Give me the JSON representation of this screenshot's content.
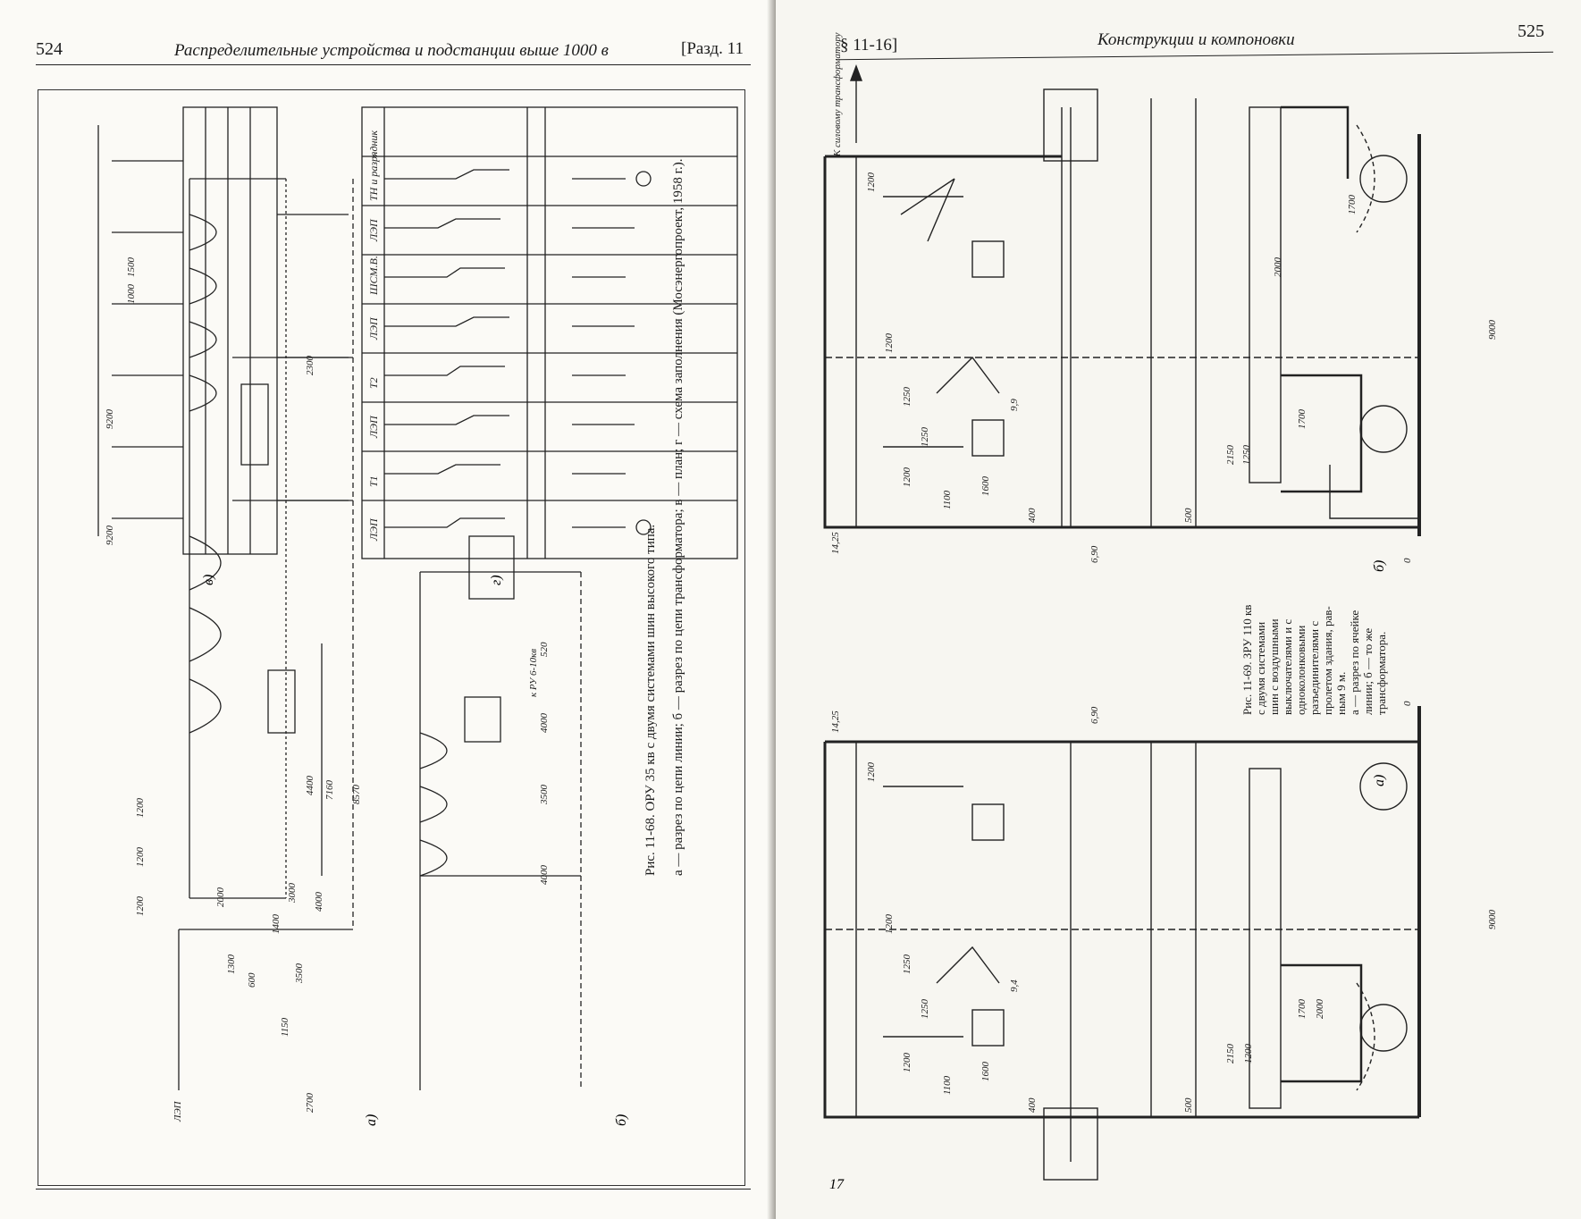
{
  "left_page": {
    "page_number": "524",
    "running_title": "Распределительные устройства и подстанции выше 1000 в",
    "section_tag": "[Разд. 11",
    "figure_caption_line1": "Рис. 11-68. ОРУ 35 кв с двумя системами шин высокого типа.",
    "figure_caption_line2": "а — разрез по цепи линии; б — разрез по цепи трансформатора; в — план; г — схема заполнения (Мосэнергопроект, 1958 г.).",
    "sub_a": "а)",
    "sub_b": "б)",
    "sub_v": "в)",
    "sub_g": "г)",
    "label_lep": "ЛЭП",
    "label_ru": "к РУ 6-10кв",
    "panels": [
      "ЛЭП",
      "Т1",
      "ЛЭП",
      "Т2",
      "ЛЭП",
      "ШСМ.В.",
      "ЛЭП",
      "ТН и разрядник"
    ],
    "dims_a": [
      "8570",
      "7160",
      "4400",
      "3000",
      "1400",
      "1200",
      "1200",
      "1200",
      "2000",
      "1300",
      "600",
      "1150",
      "2700",
      "3500",
      "4000"
    ],
    "dims_b": [
      "520",
      "4000",
      "3500",
      "4000"
    ],
    "dims_v": [
      "1500",
      "1000",
      "2300",
      "9200",
      "9200"
    ]
  },
  "right_page": {
    "page_number": "525",
    "running_title": "Конструкции и компоновки",
    "section_tag": "§ 11-16]",
    "arrow_label": "К силовому трансформатору",
    "figure_caption_lines": [
      "Рис. 11-69. ЗРУ 110 кв",
      "с двумя системами",
      "шин с воздушными",
      "выключателями и с",
      "одноколонковыми",
      "разъединителями с",
      "пролетом здания, рав-",
      "ным 9 м.",
      "а — разрез по ячейке",
      "линии; б — то же",
      "трансформатора."
    ],
    "sub_a": "а)",
    "sub_b": "б)",
    "footer_mark": "17",
    "dims_b": [
      "14,25",
      "6,90",
      "0",
      "1200",
      "1200",
      "1250",
      "1250",
      "9,9",
      "1200",
      "1100",
      "1600",
      "400",
      "500",
      "1700",
      "2000",
      "9000",
      "1700",
      "2150",
      "1250"
    ],
    "dims_a": [
      "14,25",
      "6,90",
      "0",
      "1200",
      "1250",
      "1250",
      "1200",
      "9,4",
      "1200",
      "1100",
      "1600",
      "400",
      "500",
      "9000",
      "1700",
      "2000",
      "2150",
      "1200"
    ]
  }
}
